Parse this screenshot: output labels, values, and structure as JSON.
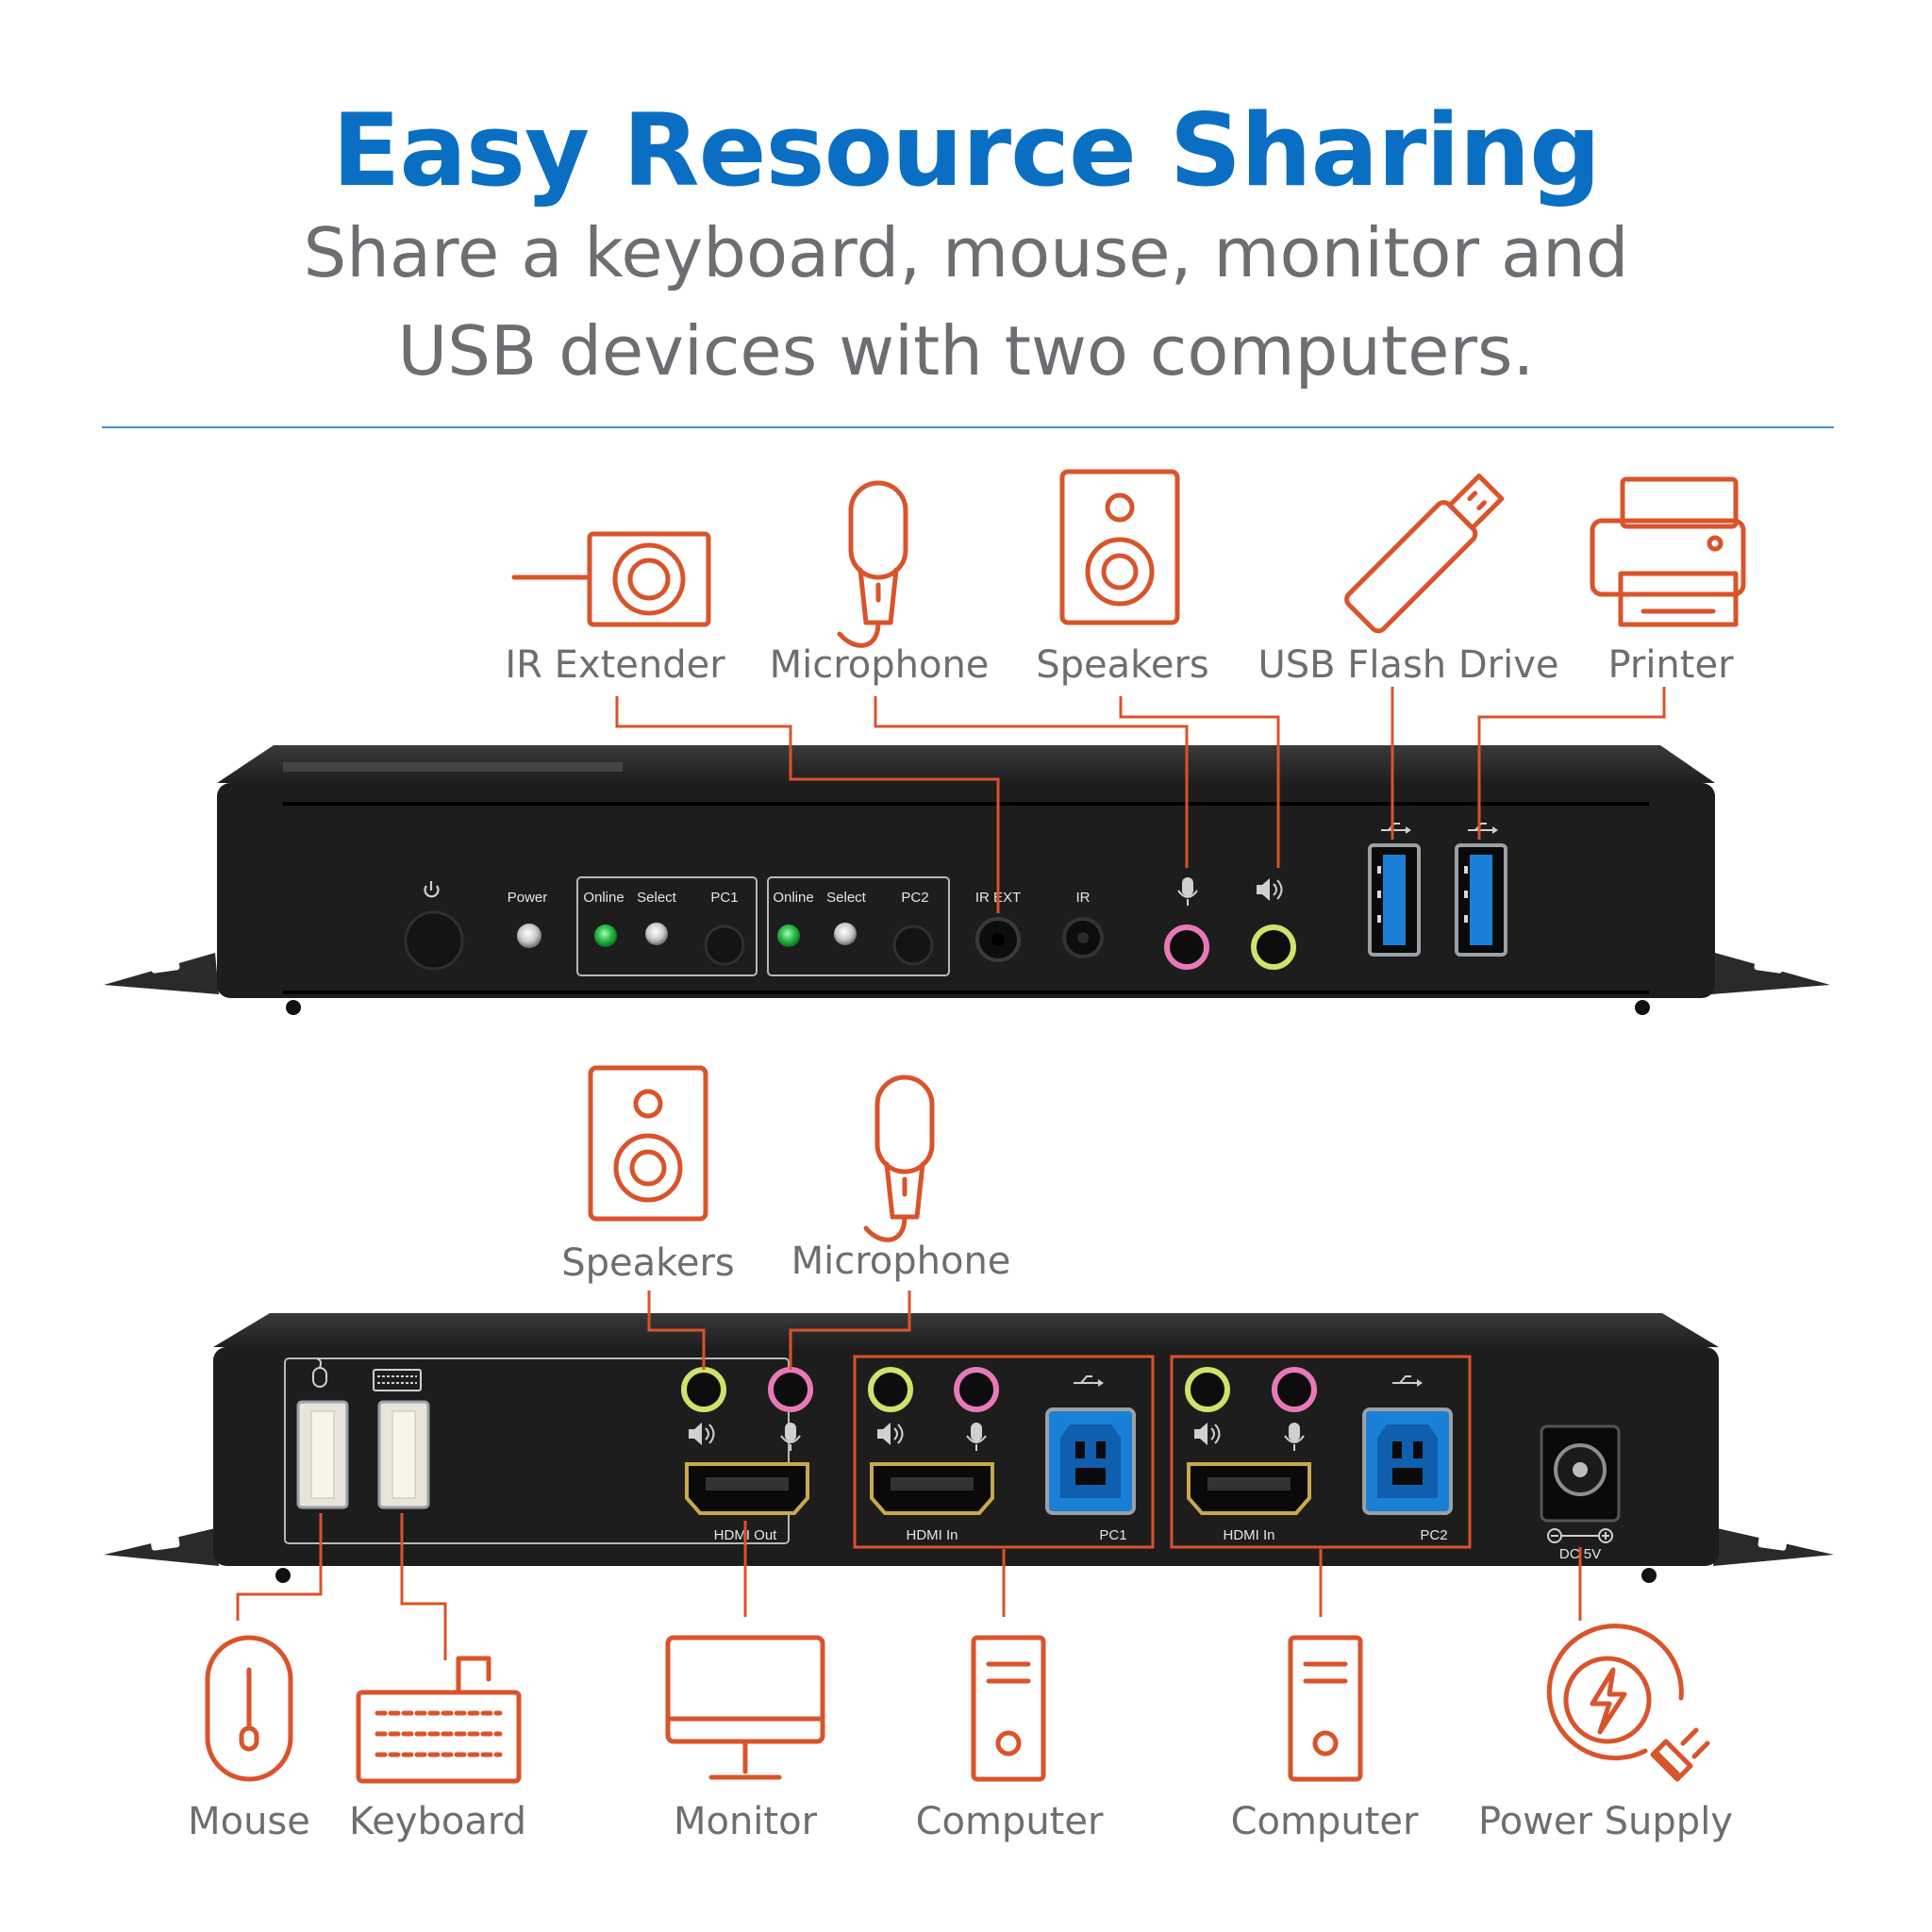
{
  "header": {
    "title": "Easy Resource Sharing",
    "subtitle_line1": "Share a keyboard, mouse, monitor and",
    "subtitle_line2": "USB devices with two computers."
  },
  "colors": {
    "title_blue": "#0a6fc2",
    "subtitle_gray": "#6d6e71",
    "rule_blue": "#3f8fd3",
    "accent_orange": "#d9532b",
    "label_gray": "#6d6e71",
    "device_black": "#1d1d1d",
    "panel_line": "#b8b8b8",
    "led_green": "#2ec24a",
    "audio_pink": "#e879b9",
    "audio_lime": "#cde36a",
    "usb_blue": "#1a7fd6"
  },
  "front_panel": {
    "callouts": {
      "ir_extender": "IR Extender",
      "microphone": "Microphone",
      "speakers": "Speakers",
      "usb_flash_drive": "USB Flash Drive",
      "printer": "Printer"
    },
    "labels": {
      "power": "Power",
      "online_1": "Online",
      "select_1": "Select",
      "pc1": "PC1",
      "online_2": "Online",
      "select_2": "Select",
      "pc2": "PC2",
      "ir_ext": "IR EXT",
      "ir": "IR"
    },
    "icons": [
      "power-icon",
      "microphone-icon",
      "speaker-icon",
      "usb-icon",
      "usb-icon"
    ]
  },
  "rear_panel": {
    "callouts": {
      "speakers": "Speakers",
      "microphone": "Microphone",
      "mouse": "Mouse",
      "keyboard": "Keyboard",
      "monitor": "Monitor",
      "computer_1": "Computer",
      "computer_2": "Computer",
      "power_supply": "Power Supply"
    },
    "labels": {
      "hdmi_out": "HDMI Out",
      "hdmi_in_1": "HDMI In",
      "pc1": "PC1",
      "hdmi_in_2": "HDMI In",
      "pc2": "PC2",
      "dc": "DC 5V"
    },
    "icons": [
      "mouse-icon",
      "keyboard-icon",
      "speaker-icon",
      "microphone-icon",
      "usb-icon",
      "power-plug-icon",
      "monitor-icon",
      "computer-tower-icon"
    ]
  }
}
